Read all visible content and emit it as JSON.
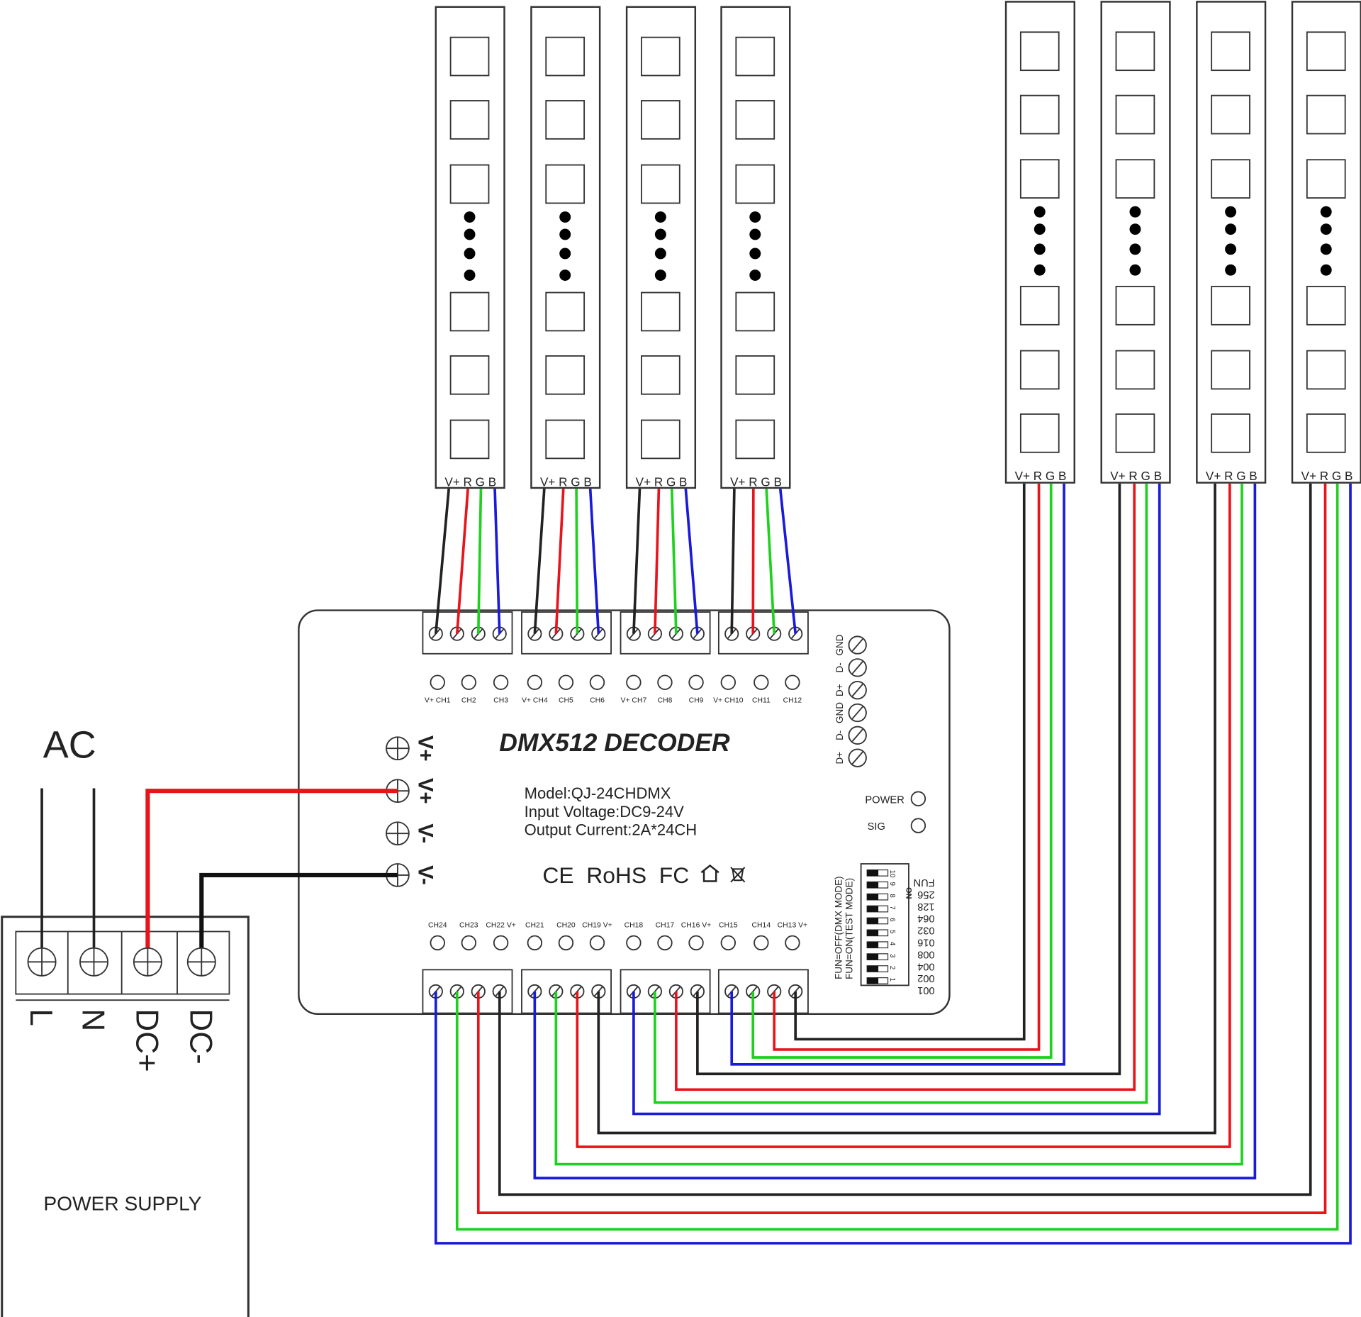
{
  "colors": {
    "vplus": "#222222",
    "r": "#e8141b",
    "g": "#1fd11f",
    "b": "#1a1adb",
    "outline": "#333333"
  },
  "strip_label": "V+ R G B",
  "decoder": {
    "title": "DMX512 DECODER",
    "model": "Model:QJ-24CHDMX",
    "input_voltage": "Input Voltage:DC9-24V",
    "output_current": "Output Current:2A*24CH",
    "certs": "CE  RoHS  FC",
    "top_channel_labels": [
      "V+ CH1",
      "CH2",
      "CH3",
      "V+ CH4",
      "CH5",
      "CH6",
      "V+ CH7",
      "CH8",
      "CH9",
      "V+ CH10",
      "CH11",
      "CH12"
    ],
    "bottom_channel_labels": [
      "CH24",
      "CH23",
      "CH22 V+",
      "CH21",
      "CH20",
      "CH19 V+",
      "CH18",
      "CH17",
      "CH16 V+",
      "CH15",
      "CH14",
      "CH13 V+"
    ],
    "power_inputs": [
      "V+",
      "V+",
      "V-",
      "V-"
    ],
    "dmx_terminals": [
      "GND",
      "D-",
      "D+",
      "GND",
      "D-",
      "D+"
    ],
    "power_led": "POWER",
    "sig_led": "SIG",
    "dip": {
      "numbers": [
        "10",
        "9",
        "8",
        "7",
        "6",
        "5",
        "4",
        "3",
        "2",
        "1"
      ],
      "values": [
        "FUN",
        "256",
        "128",
        "064",
        "032",
        "016",
        "008",
        "004",
        "002",
        "001"
      ],
      "on_label": "ON",
      "mode_off": "FUN=OFF(DMX MODE)",
      "mode_on": "FUN=ON(TEST MODE)"
    }
  },
  "power_supply": {
    "ac_label": "AC",
    "terminals": [
      "L",
      "N",
      "DC+",
      "DC-"
    ],
    "label": "POWER SUPPLY"
  }
}
